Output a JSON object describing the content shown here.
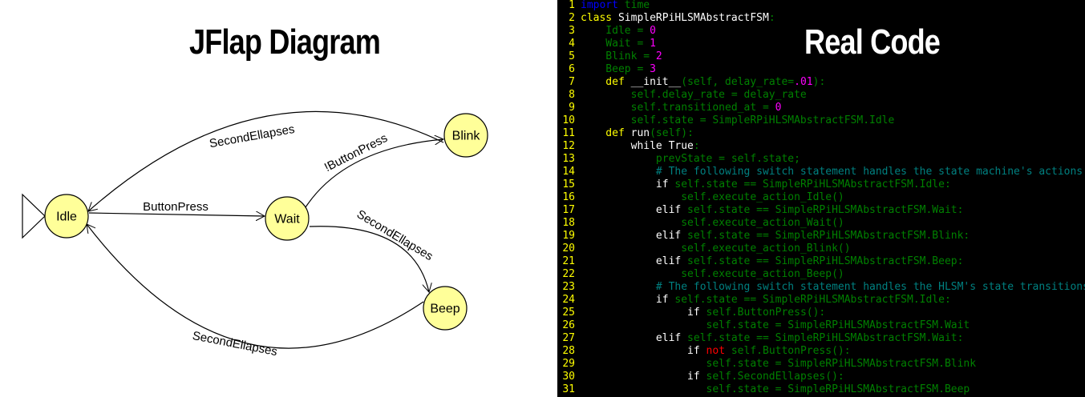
{
  "left_title": "JFlap Diagram",
  "right_title": "Real Code",
  "diagram": {
    "states": [
      {
        "name": "Idle",
        "initial": true
      },
      {
        "name": "Wait"
      },
      {
        "name": "Blink"
      },
      {
        "name": "Beep"
      }
    ],
    "transitions": [
      {
        "from": "Idle",
        "to": "Wait",
        "label": "ButtonPress"
      },
      {
        "from": "Wait",
        "to": "Blink",
        "label": "!ButtonPress"
      },
      {
        "from": "Blink",
        "to": "Idle",
        "label": "SecondEllapses"
      },
      {
        "from": "Wait",
        "to": "Beep",
        "label": "SecondEllapses"
      },
      {
        "from": "Beep",
        "to": "Idle",
        "label": "SecondEllapses"
      }
    ],
    "state_fill": "#ffff99"
  },
  "code": {
    "lines": [
      [
        [
          "import",
          "b"
        ],
        [
          " time",
          "g"
        ]
      ],
      [
        [
          "class",
          "y"
        ],
        [
          " SimpleRPiHLSMAbstractFSM",
          "w"
        ],
        [
          ":",
          "g"
        ]
      ],
      [
        [
          "    Idle = ",
          "g"
        ],
        [
          "0",
          "m"
        ]
      ],
      [
        [
          "    Wait = ",
          "g"
        ],
        [
          "1",
          "m"
        ]
      ],
      [
        [
          "    Blink = ",
          "g"
        ],
        [
          "2",
          "m"
        ]
      ],
      [
        [
          "    Beep = ",
          "g"
        ],
        [
          "3",
          "m"
        ]
      ],
      [
        [
          "    def",
          "y"
        ],
        [
          " __init__",
          "w"
        ],
        [
          "(self, delay_rate=",
          "g"
        ],
        [
          ".01",
          "m"
        ],
        [
          "):",
          "g"
        ]
      ],
      [
        [
          "        self.delay_rate = delay_rate",
          "g"
        ]
      ],
      [
        [
          "        self.transitioned_at = ",
          "g"
        ],
        [
          "0",
          "m"
        ]
      ],
      [
        [
          "        self.state = SimpleRPiHLSMAbstractFSM.Idle",
          "g"
        ]
      ],
      [
        [
          "    def",
          "y"
        ],
        [
          " run",
          "w"
        ],
        [
          "(self):",
          "g"
        ]
      ],
      [
        [
          "        while True",
          "w"
        ],
        [
          ":",
          "g"
        ]
      ],
      [
        [
          "            prevState = self.state;",
          "g"
        ]
      ],
      [
        [
          "            # The following switch statement handles the state machine's actions",
          "t"
        ]
      ],
      [
        [
          "            if",
          "w"
        ],
        [
          " self.state == SimpleRPiHLSMAbstractFSM.Idle:",
          "g"
        ]
      ],
      [
        [
          "                self.execute_action_Idle()",
          "g"
        ]
      ],
      [
        [
          "            elif",
          "w"
        ],
        [
          " self.state == SimpleRPiHLSMAbstractFSM.Wait:",
          "g"
        ]
      ],
      [
        [
          "                self.execute_action_Wait()",
          "g"
        ]
      ],
      [
        [
          "            elif",
          "w"
        ],
        [
          " self.state == SimpleRPiHLSMAbstractFSM.Blink:",
          "g"
        ]
      ],
      [
        [
          "                self.execute_action_Blink()",
          "g"
        ]
      ],
      [
        [
          "            elif",
          "w"
        ],
        [
          " self.state == SimpleRPiHLSMAbstractFSM.Beep:",
          "g"
        ]
      ],
      [
        [
          "                self.execute_action_Beep()",
          "g"
        ]
      ],
      [
        [
          "            # The following switch statement handles the HLSM's state transitions",
          "t"
        ]
      ],
      [
        [
          "            if",
          "w"
        ],
        [
          " self.state == SimpleRPiHLSMAbstractFSM.Idle:",
          "g"
        ]
      ],
      [
        [
          "                 if",
          "w"
        ],
        [
          " self.ButtonPress():",
          "g"
        ]
      ],
      [
        [
          "                    self.state = SimpleRPiHLSMAbstractFSM.Wait",
          "g"
        ]
      ],
      [
        [
          "            elif",
          "w"
        ],
        [
          " self.state == SimpleRPiHLSMAbstractFSM.Wait:",
          "g"
        ]
      ],
      [
        [
          "                 if",
          "w"
        ],
        [
          " not",
          "r"
        ],
        [
          " self.ButtonPress():",
          "g"
        ]
      ],
      [
        [
          "                    self.state = SimpleRPiHLSMAbstractFSM.Blink",
          "g"
        ]
      ],
      [
        [
          "                 if",
          "w"
        ],
        [
          " self.SecondEllapses():",
          "g"
        ]
      ],
      [
        [
          "                    self.state = SimpleRPiHLSMAbstractFSM.Beep",
          "g"
        ]
      ]
    ]
  }
}
